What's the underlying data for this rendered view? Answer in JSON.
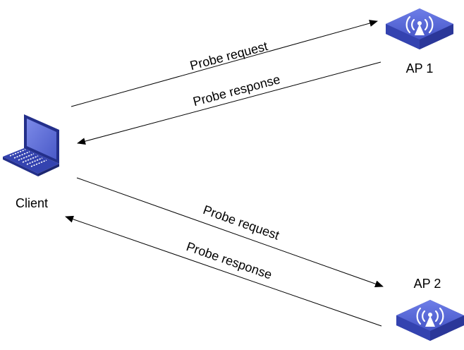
{
  "nodes": {
    "client": {
      "label": "Client",
      "icon": "laptop-icon"
    },
    "ap1": {
      "label": "AP 1",
      "icon": "access-point-icon"
    },
    "ap2": {
      "label": "AP 2",
      "icon": "access-point-icon"
    }
  },
  "messages": {
    "ap1_request": {
      "label": "Probe request",
      "from": "Client",
      "to": "AP 1"
    },
    "ap1_response": {
      "label": "Probe response",
      "from": "AP 1",
      "to": "Client"
    },
    "ap2_request": {
      "label": "Probe request",
      "from": "Client",
      "to": "AP 2"
    },
    "ap2_response": {
      "label": "Probe response",
      "from": "AP 2",
      "to": "Client"
    }
  },
  "colors": {
    "device_blue": "#3A4AB8",
    "device_blue_dark": "#232F8A",
    "device_blue_light": "#6474E0",
    "arrow": "#000000"
  }
}
